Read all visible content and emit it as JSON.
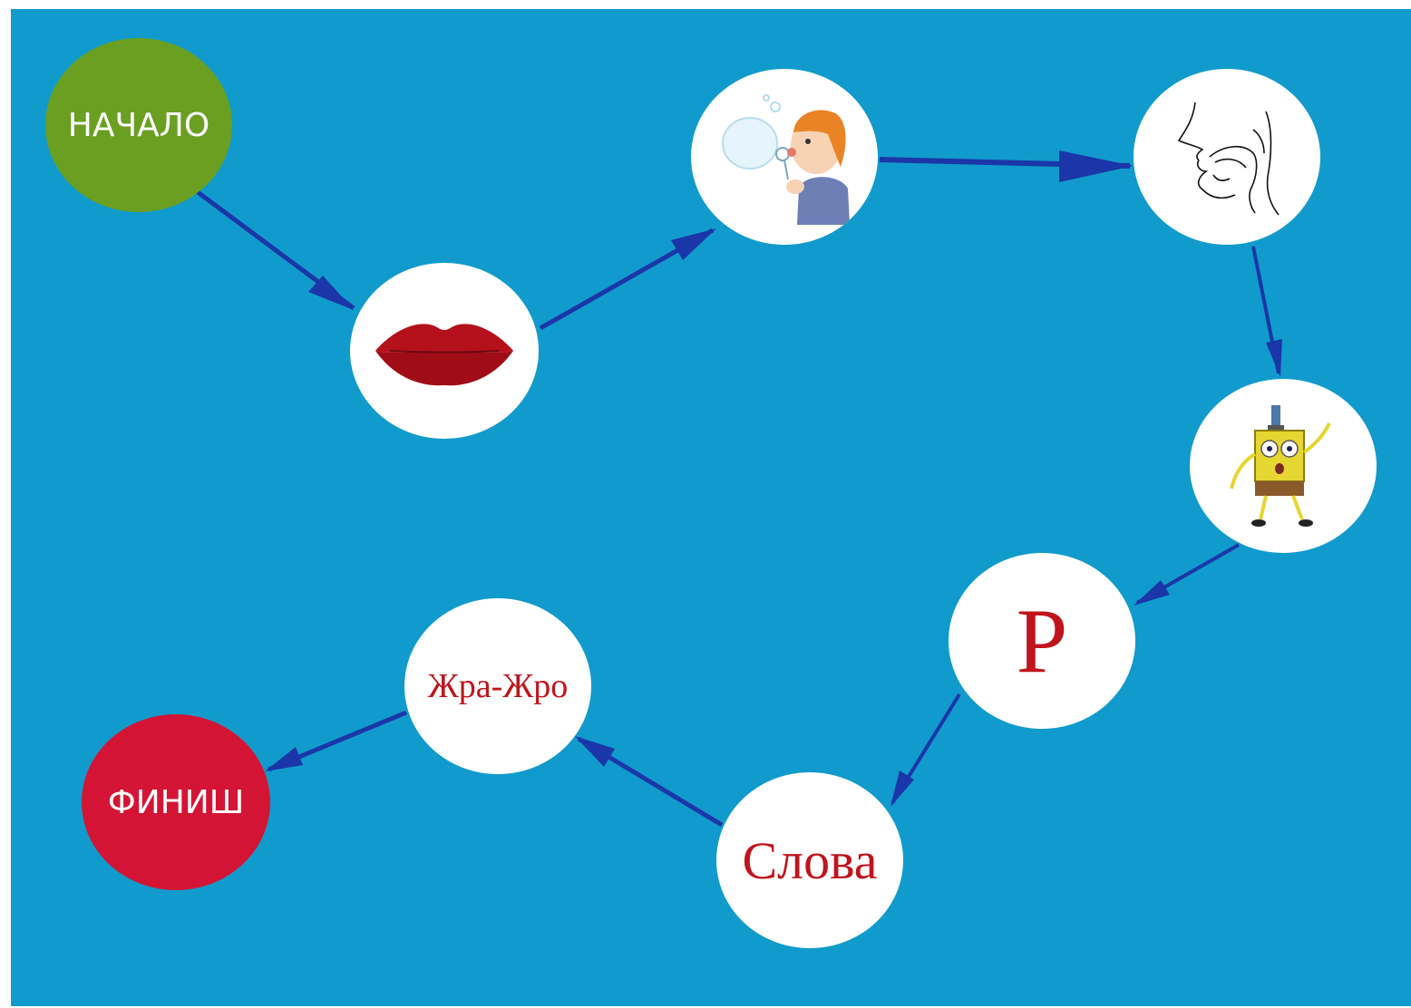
{
  "colors": {
    "background": "#119bcc",
    "arrow": "#1a36a8",
    "start": "#6a9f22",
    "finish": "#d41434",
    "node": "#ffffff",
    "text_red": "#c0141c"
  },
  "nodes": {
    "start": {
      "label": "НАЧАЛО"
    },
    "lips": {
      "icon": "lips-icon"
    },
    "bubbles": {
      "icon": "boy-blowing-bubbles-icon"
    },
    "mouth": {
      "icon": "mouth-profile-icon"
    },
    "sponge": {
      "icon": "sponge-character-icon"
    },
    "letter": {
      "label": "Р"
    },
    "words": {
      "label": "Слова"
    },
    "syllables": {
      "label": "Жра-Жро"
    },
    "finish": {
      "label": "ФИНИШ"
    }
  }
}
